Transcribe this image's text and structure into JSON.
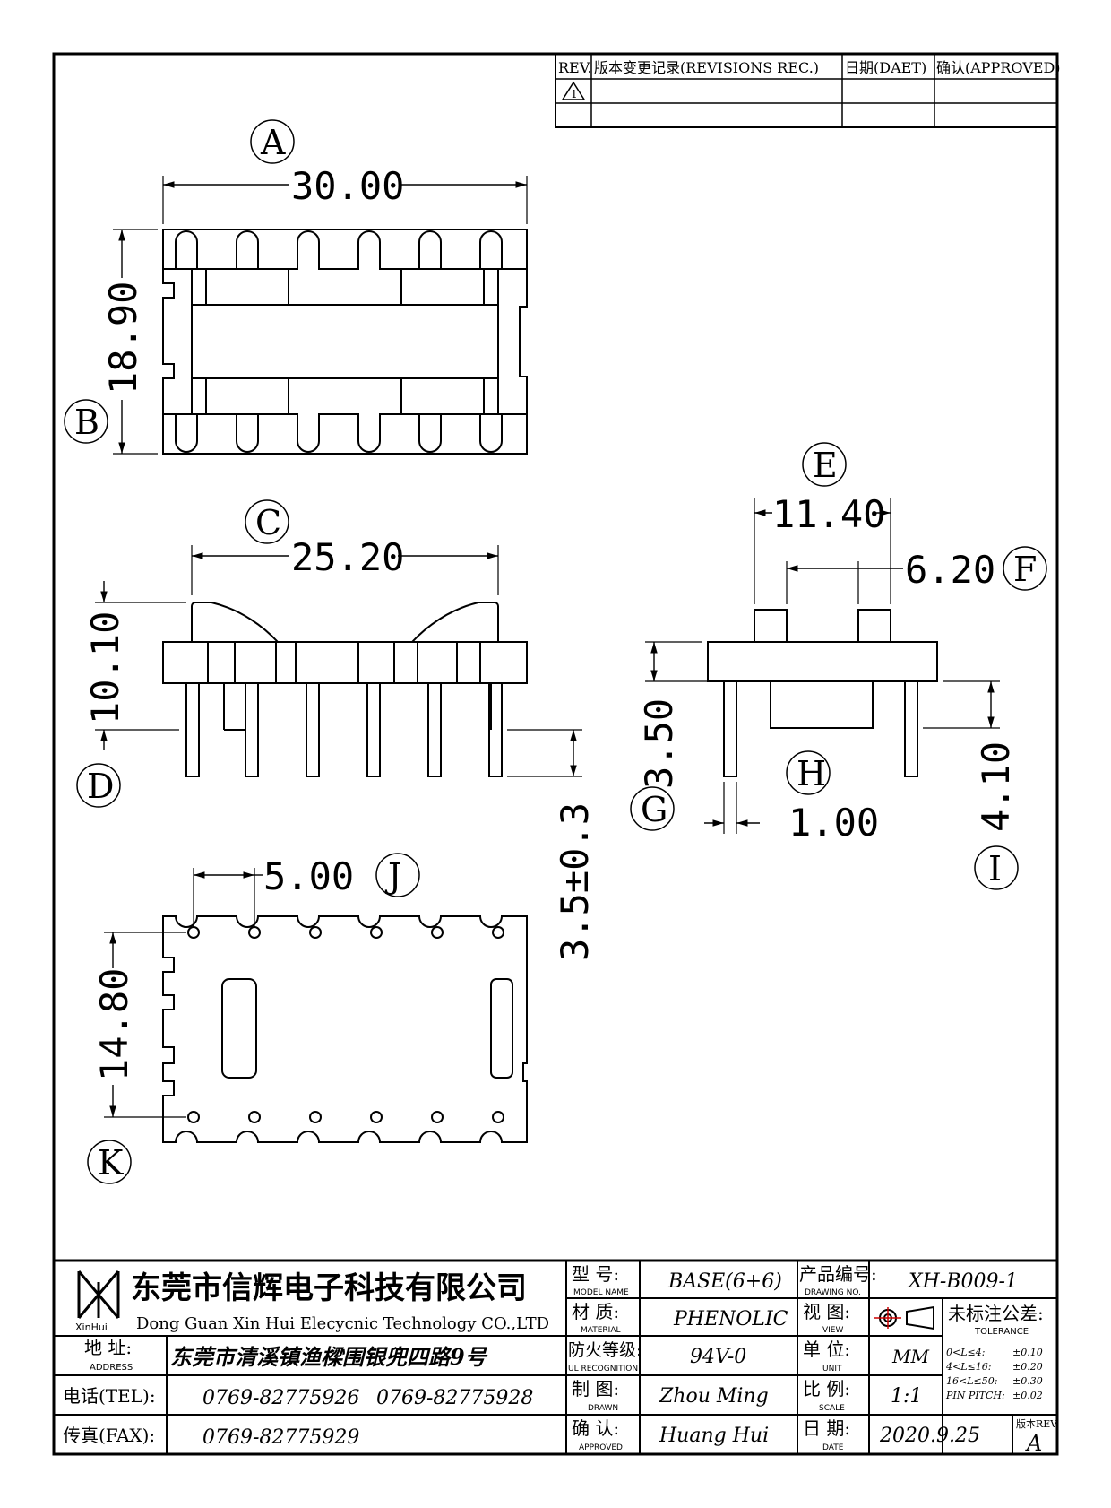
{
  "revisions": {
    "header_rev": "REV.",
    "header_record": "版本变更记录(REVISIONS REC.)",
    "header_date": "日期(DAET)",
    "header_approved": "确认(APPROVED)",
    "rev_mark": "1"
  },
  "views": {
    "top": {
      "label": "A",
      "label2": "B",
      "width": "30.00",
      "height": "18.90"
    },
    "front": {
      "label": "C",
      "label2": "D",
      "width": "25.20",
      "height": "10.10",
      "pin": "3.5±0.3"
    },
    "side": {
      "label_e": "E",
      "label_f": "F",
      "label_g": "G",
      "label_h": "H",
      "label_i": "I",
      "dim_e": "11.40",
      "dim_f": "6.20",
      "dim_g": "3.50",
      "dim_h": "1.00",
      "dim_i": "4.10"
    },
    "bottom": {
      "label_j": "J",
      "label_k": "K",
      "dim_j": "5.00",
      "dim_k": "14.80"
    }
  },
  "title_block": {
    "company_cn": "东莞市信辉电子科技有限公司",
    "company_en": "Dong Guan Xin Hui Elecycnic Technology CO.,LTD",
    "logo_text": "XinHui",
    "address_label": "地  址:",
    "address_label_en": "ADDRESS",
    "address": "东莞市清溪镇渔樑围银兜四路9号",
    "tel_label": "电话(TEL):",
    "tel1": "0769-82775926",
    "tel2": "0769-82775928",
    "fax_label": "传真(FAX):",
    "fax": "0769-82775929",
    "model_label": "型  号:",
    "model_label_en": "MODEL NAME",
    "model": "BASE(6+6)",
    "material_label": "材  质:",
    "material_label_en": "MATERIAL",
    "material": "PHENOLIC",
    "ul_label": "防火等级:",
    "ul_label_en": "UL RECOGNITION",
    "ul": "94V-0",
    "drawn_label": "制  图:",
    "drawn_label_en": "DRAWN",
    "drawn": "Zhou Ming",
    "approved_label": "确  认:",
    "approved_label_en": "APPROVED",
    "approved": "Huang Hui",
    "drawing_no_label": "产品编号:",
    "drawing_no_label_en": "DRAWING NO.",
    "drawing_no": "XH-B009-1",
    "view_label": "视  图:",
    "view_label_en": "VIEW",
    "unit_label": "单  位:",
    "unit_label_en": "UNIT",
    "unit": "MM",
    "scale_label": "比  例:",
    "scale_label_en": "SCALE",
    "scale": "1:1",
    "date_label": "日  期:",
    "date_label_en": "DATE",
    "date": "2020.9.25",
    "tol_label": "未标注公差:",
    "tol_label_en": "TOLERANCE",
    "tol1": "0<L≤4:",
    "tol1v": "±0.10",
    "tol2": "4<L≤16:",
    "tol2v": "±0.20",
    "tol3": "16<L≤50:",
    "tol3v": "±0.30",
    "tol4": "PIN PITCH:",
    "tol4v": "±0.02",
    "rev_label": "版本REV.",
    "rev": "A"
  }
}
